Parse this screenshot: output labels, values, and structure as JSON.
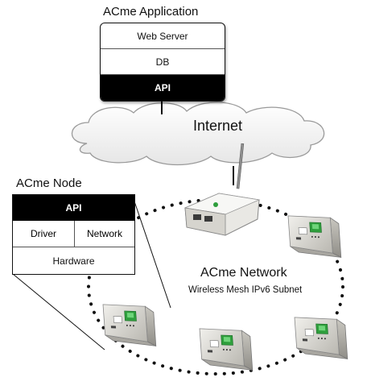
{
  "app": {
    "title": "ACme Application",
    "layers": [
      "Web Server",
      "DB",
      "API"
    ]
  },
  "cloud": {
    "label": "Internet"
  },
  "node": {
    "title": "ACme Node",
    "top_layer": "API",
    "middle_left": "Driver",
    "middle_right": "Network",
    "bottom_layer": "Hardware"
  },
  "network": {
    "title": "ACme Network",
    "subtitle": "Wireless Mesh IPv6 Subnet"
  },
  "icons": {
    "router": "wireless-router-icon",
    "device": "acme-node-device-icon"
  },
  "colors": {
    "dark_layer": "#000000",
    "device_body": "#dcdad4",
    "device_accent": "#2e9e3c",
    "cloud": "#f3f3f3"
  }
}
